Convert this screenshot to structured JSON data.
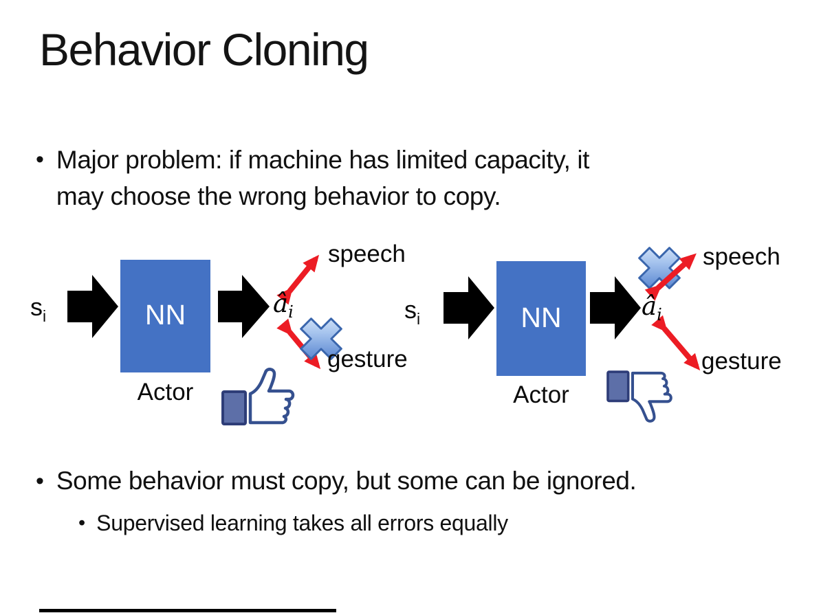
{
  "ui": {
    "bullet_char": "•"
  },
  "slide": {
    "title": "Behavior Cloning",
    "bullet_major_line1": "Major problem: if machine has limited capacity, it",
    "bullet_major_line2": "may choose the wrong behavior to copy.",
    "bullet_some": "Some behavior must copy, but some can be ignored.",
    "bullet_supervised": "Supervised learning takes all errors equally"
  },
  "diagram": {
    "left": {
      "input_label": "s",
      "input_subscript": "i",
      "nn_label": "NN",
      "actor_label": "Actor",
      "output_label": "â",
      "output_subscript": "i",
      "speech_label": "speech",
      "gesture_label": "gesture",
      "crossed_out": "gesture",
      "feedback_icon": "thumbs-up"
    },
    "right": {
      "input_label": "s",
      "input_subscript": "i",
      "nn_label": "NN",
      "actor_label": "Actor",
      "output_label": "â",
      "output_subscript": "i",
      "speech_label": "speech",
      "gesture_label": "gesture",
      "crossed_out": "speech",
      "feedback_icon": "thumbs-down"
    }
  },
  "colors": {
    "nn_box_blue": "#4472c4",
    "arrow_black": "#000000",
    "arrow_red": "#ec1c24",
    "cross_blue": "#4877c8",
    "thumb_outline_navy": "#35508f",
    "thumb_cuff_blue": "#5d6fa8",
    "text": "#111111"
  }
}
